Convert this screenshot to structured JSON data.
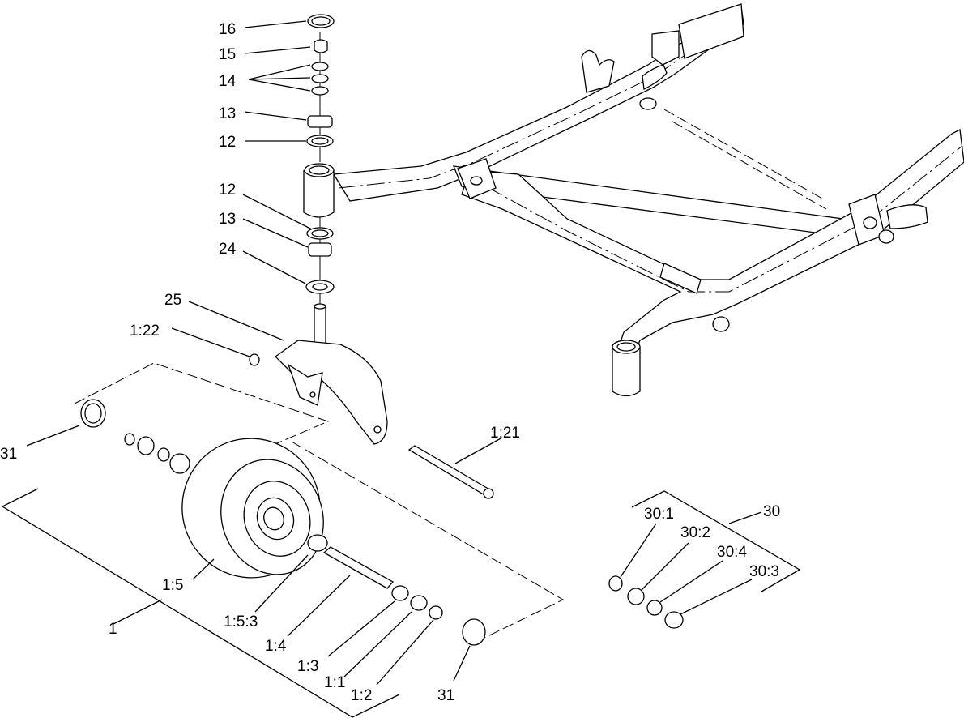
{
  "callouts": {
    "c16": "16",
    "c15": "15",
    "c14": "14",
    "c13a": "13",
    "c12a": "12",
    "c12b": "12",
    "c13b": "13",
    "c24": "24",
    "c25": "25",
    "c122": "1:22",
    "c31a": "31",
    "c121": "1:21",
    "c15b": "1:5",
    "c1": "1",
    "c153": "1:5:3",
    "c14b": "1:4",
    "c13c": "1:3",
    "c11": "1:1",
    "c12c": "1:2",
    "c31b": "31",
    "c30": "30",
    "c301": "30:1",
    "c302": "30:2",
    "c304": "30:4",
    "c303": "30:3"
  }
}
